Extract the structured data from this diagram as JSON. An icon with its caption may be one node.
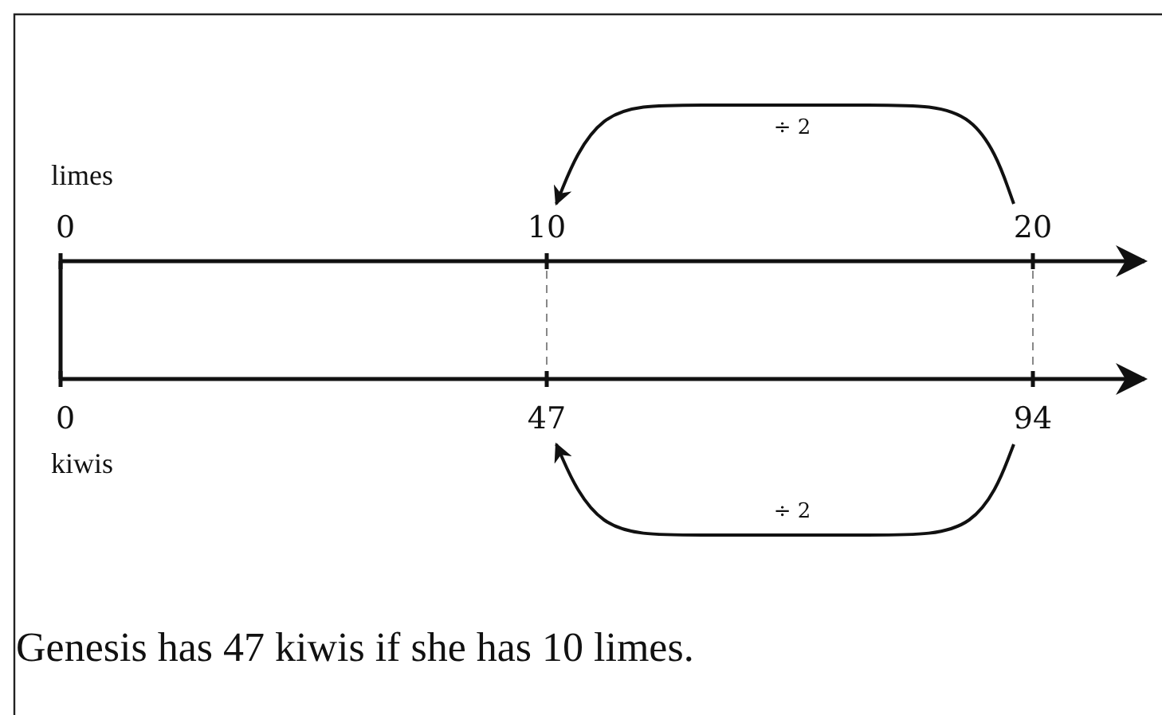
{
  "diagram": {
    "caption": "Genesis has 47 kiwis if she has 10 limes.",
    "nodes": [
      {
        "text": [
          "10"
        ]
      },
      {
        "text": [
          "20"
        ]
      },
      {
        "text": [
          "47"
        ]
      },
      {
        "text": [
          "94"
        ]
      }
    ],
    "edges": [
      {
        "from": 1,
        "to": 0,
        "arrow": "to",
        "label": "÷ 2"
      },
      {
        "from": 3,
        "to": 2,
        "arrow": "to",
        "label": "÷ 2"
      }
    ],
    "labels": [
      "limes",
      "0",
      "0",
      "kiwis"
    ]
  }
}
